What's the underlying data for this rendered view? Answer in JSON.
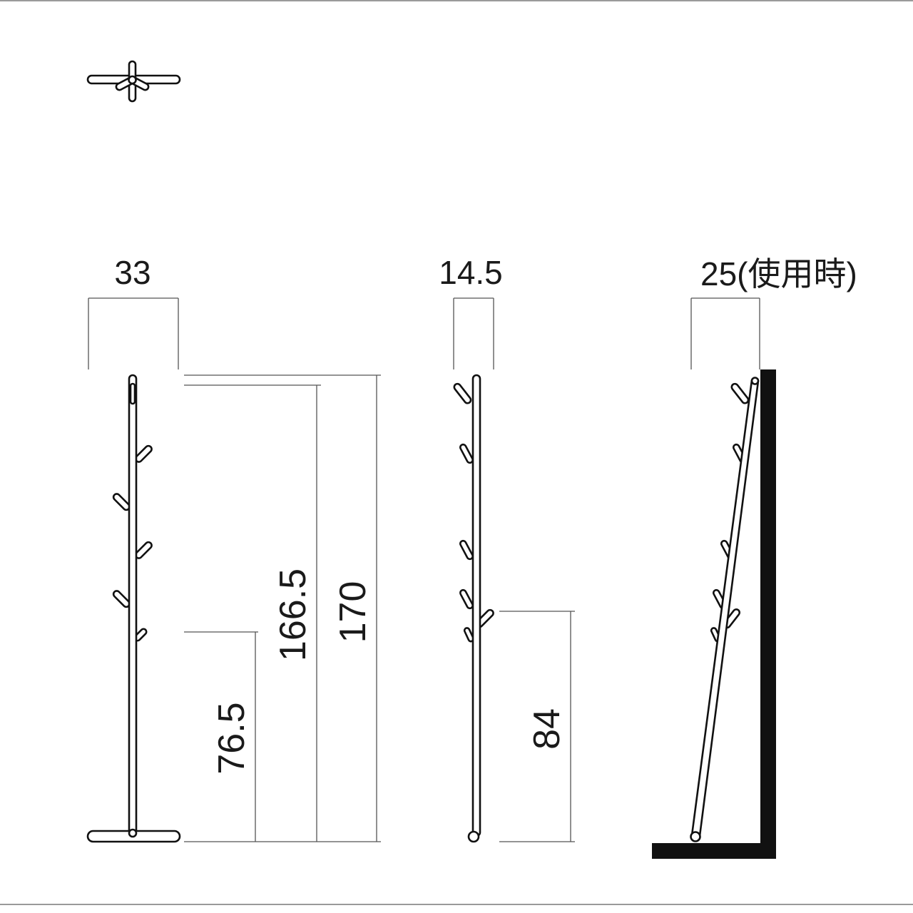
{
  "views": {
    "front": {
      "width_label": "33",
      "height_labels": [
        "76.5",
        "166.5",
        "170"
      ]
    },
    "side": {
      "width_label": "14.5",
      "height_label": "84"
    },
    "in_use": {
      "depth_label": "25(使用時)"
    }
  }
}
